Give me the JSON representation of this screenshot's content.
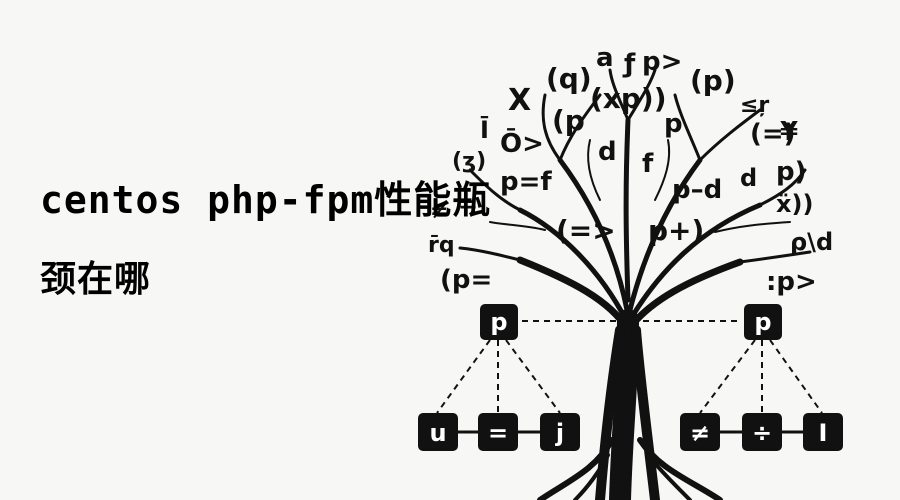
{
  "title": {
    "line1": "centos php-fpm性能瓶",
    "line2": "颈在哪"
  },
  "tree": {
    "symbols": [
      "(q)",
      "a",
      "ƒ",
      "p>",
      "(p)",
      "X",
      "(xp))",
      "≤ŗ",
      "(p",
      "p",
      "Ī",
      "(=)",
      "¥",
      "Ō>",
      "d",
      "f",
      "(ʒ)",
      "p=f",
      "p–d",
      "d",
      "p)",
      "≠",
      "=",
      "ẍ))",
      "(=>",
      "p+)",
      "r̄q",
      "ρ\\d",
      "(p=",
      ":p>"
    ],
    "nodes": {
      "left_root": "p",
      "right_root": "p",
      "left_children": [
        "u",
        "=",
        "j"
      ],
      "right_children": [
        "≠",
        "÷",
        "I"
      ]
    },
    "colors": {
      "ink": "#111111",
      "background": "#f7f7f5",
      "node_fill": "#111111",
      "node_text": "#ffffff"
    }
  }
}
